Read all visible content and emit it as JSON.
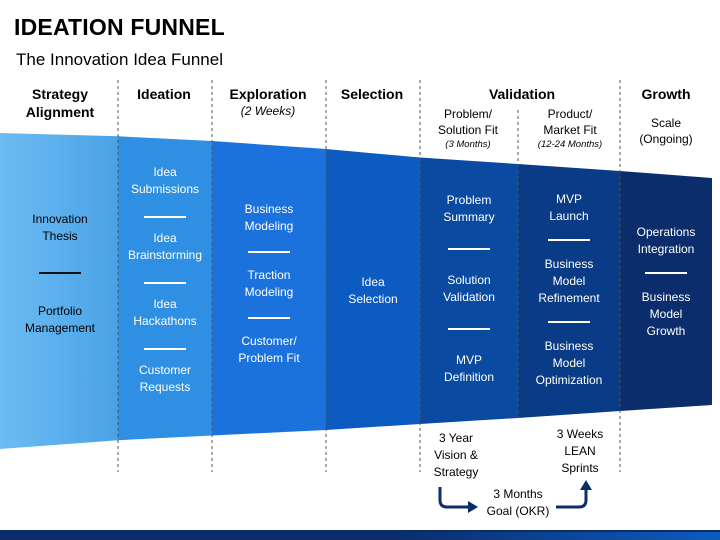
{
  "title": "IDEATION FUNNEL",
  "subtitle": "The Innovation Idea Funnel",
  "stages": [
    {
      "name": "Strategy\nAlignment"
    },
    {
      "name": "Ideation"
    },
    {
      "name": "Exploration",
      "note": "(2 Weeks)"
    },
    {
      "name": "Selection"
    },
    {
      "name": "Validation"
    },
    {
      "name": "Growth"
    }
  ],
  "validation_sub": [
    {
      "name": "Problem/\nSolution Fit",
      "note": "(3 Months)"
    },
    {
      "name": "Product/\nMarket Fit",
      "note": "(12-24 Months)"
    }
  ],
  "growth_sub": {
    "name": "Scale\n(Ongoing)"
  },
  "columns": {
    "strategy": [
      "Innovation\nThesis",
      "Portfolio\nManagement"
    ],
    "ideation": [
      "Idea\nSubmissions",
      "Idea\nBrainstorming",
      "Idea\nHackathons",
      "Customer\nRequests"
    ],
    "exploration": [
      "Business\nModeling",
      "Traction\nModeling",
      "Customer/\nProblem Fit"
    ],
    "selection": [
      "Idea\nSelection"
    ],
    "problem_fit": [
      "Problem\nSummary",
      "Solution\nValidation",
      "MVP\nDefinition"
    ],
    "market_fit": [
      "MVP\nLaunch",
      "Business\nModel\nRefinement",
      "Business\nModel\nOptimization"
    ],
    "growth": [
      "Operations\nIntegration",
      "Business\nModel\nGrowth"
    ]
  },
  "bottom": {
    "vision": "3 Year\nVision &\nStrategy",
    "goal": "3 Months\nGoal (OKR)",
    "sprints": "3 Weeks\nLEAN\nSprints"
  },
  "colors": {
    "strategy": "#5fb0ec",
    "ideation": "#2b8be0",
    "exploration": "#1a72dc",
    "selection": "#0b5bc0",
    "problem_fit": "#0a4aa0",
    "market_fit": "#0a3b86",
    "growth": "#0b2d6b",
    "arrow": "#0b2d6b"
  }
}
